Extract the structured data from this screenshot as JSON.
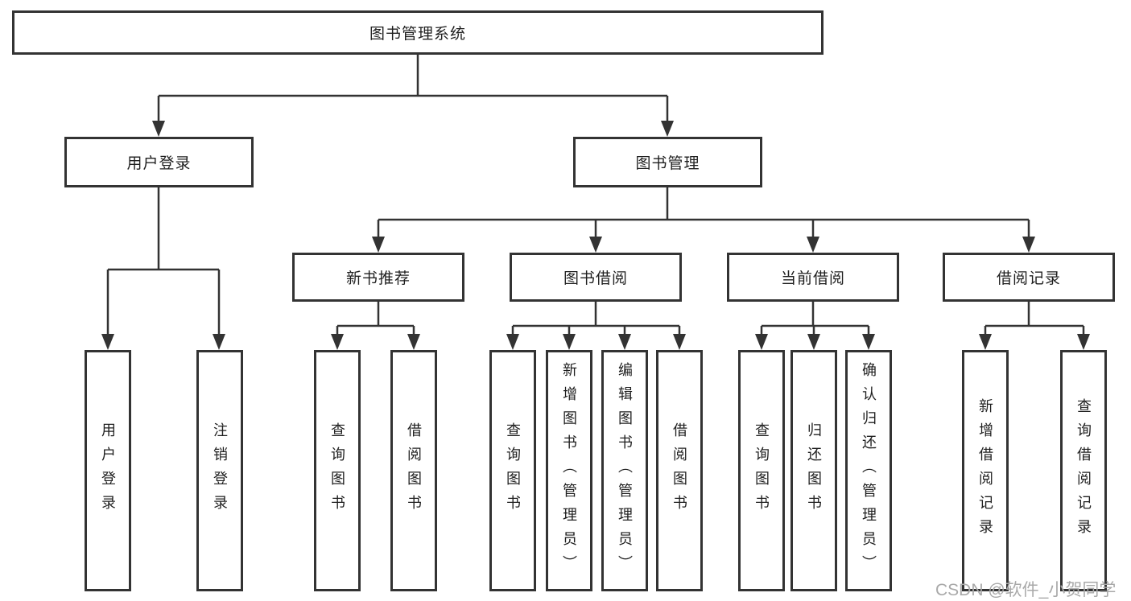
{
  "diagram_title": "图书管理系统",
  "tree": {
    "root": {
      "label": "图书管理系统"
    },
    "branches": [
      {
        "label": "用户登录",
        "children": [
          {
            "label": "用户登录"
          },
          {
            "label": "注销登录"
          }
        ]
      },
      {
        "label": "图书管理",
        "children": [
          {
            "label": "新书推荐",
            "children": [
              {
                "label": "查询图书"
              },
              {
                "label": "借阅图书"
              }
            ]
          },
          {
            "label": "图书借阅",
            "children": [
              {
                "label": "查询图书"
              },
              {
                "label": "新增图书（管理员）"
              },
              {
                "label": "编辑图书（管理员）"
              },
              {
                "label": "借阅图书"
              }
            ]
          },
          {
            "label": "当前借阅",
            "children": [
              {
                "label": "查询图书"
              },
              {
                "label": "归还图书"
              },
              {
                "label": "确认归还（管理员）"
              }
            ]
          },
          {
            "label": "借阅记录",
            "children": [
              {
                "label": "新增借阅记录"
              },
              {
                "label": "查询借阅记录"
              }
            ]
          }
        ]
      }
    ]
  },
  "watermark": "CSDN @软件_小贺同学",
  "colors": {
    "line": "#333333",
    "border": "#333333",
    "text": "#1f1f1f",
    "watermark": "#a9a9a9",
    "background": "#ffffff"
  }
}
